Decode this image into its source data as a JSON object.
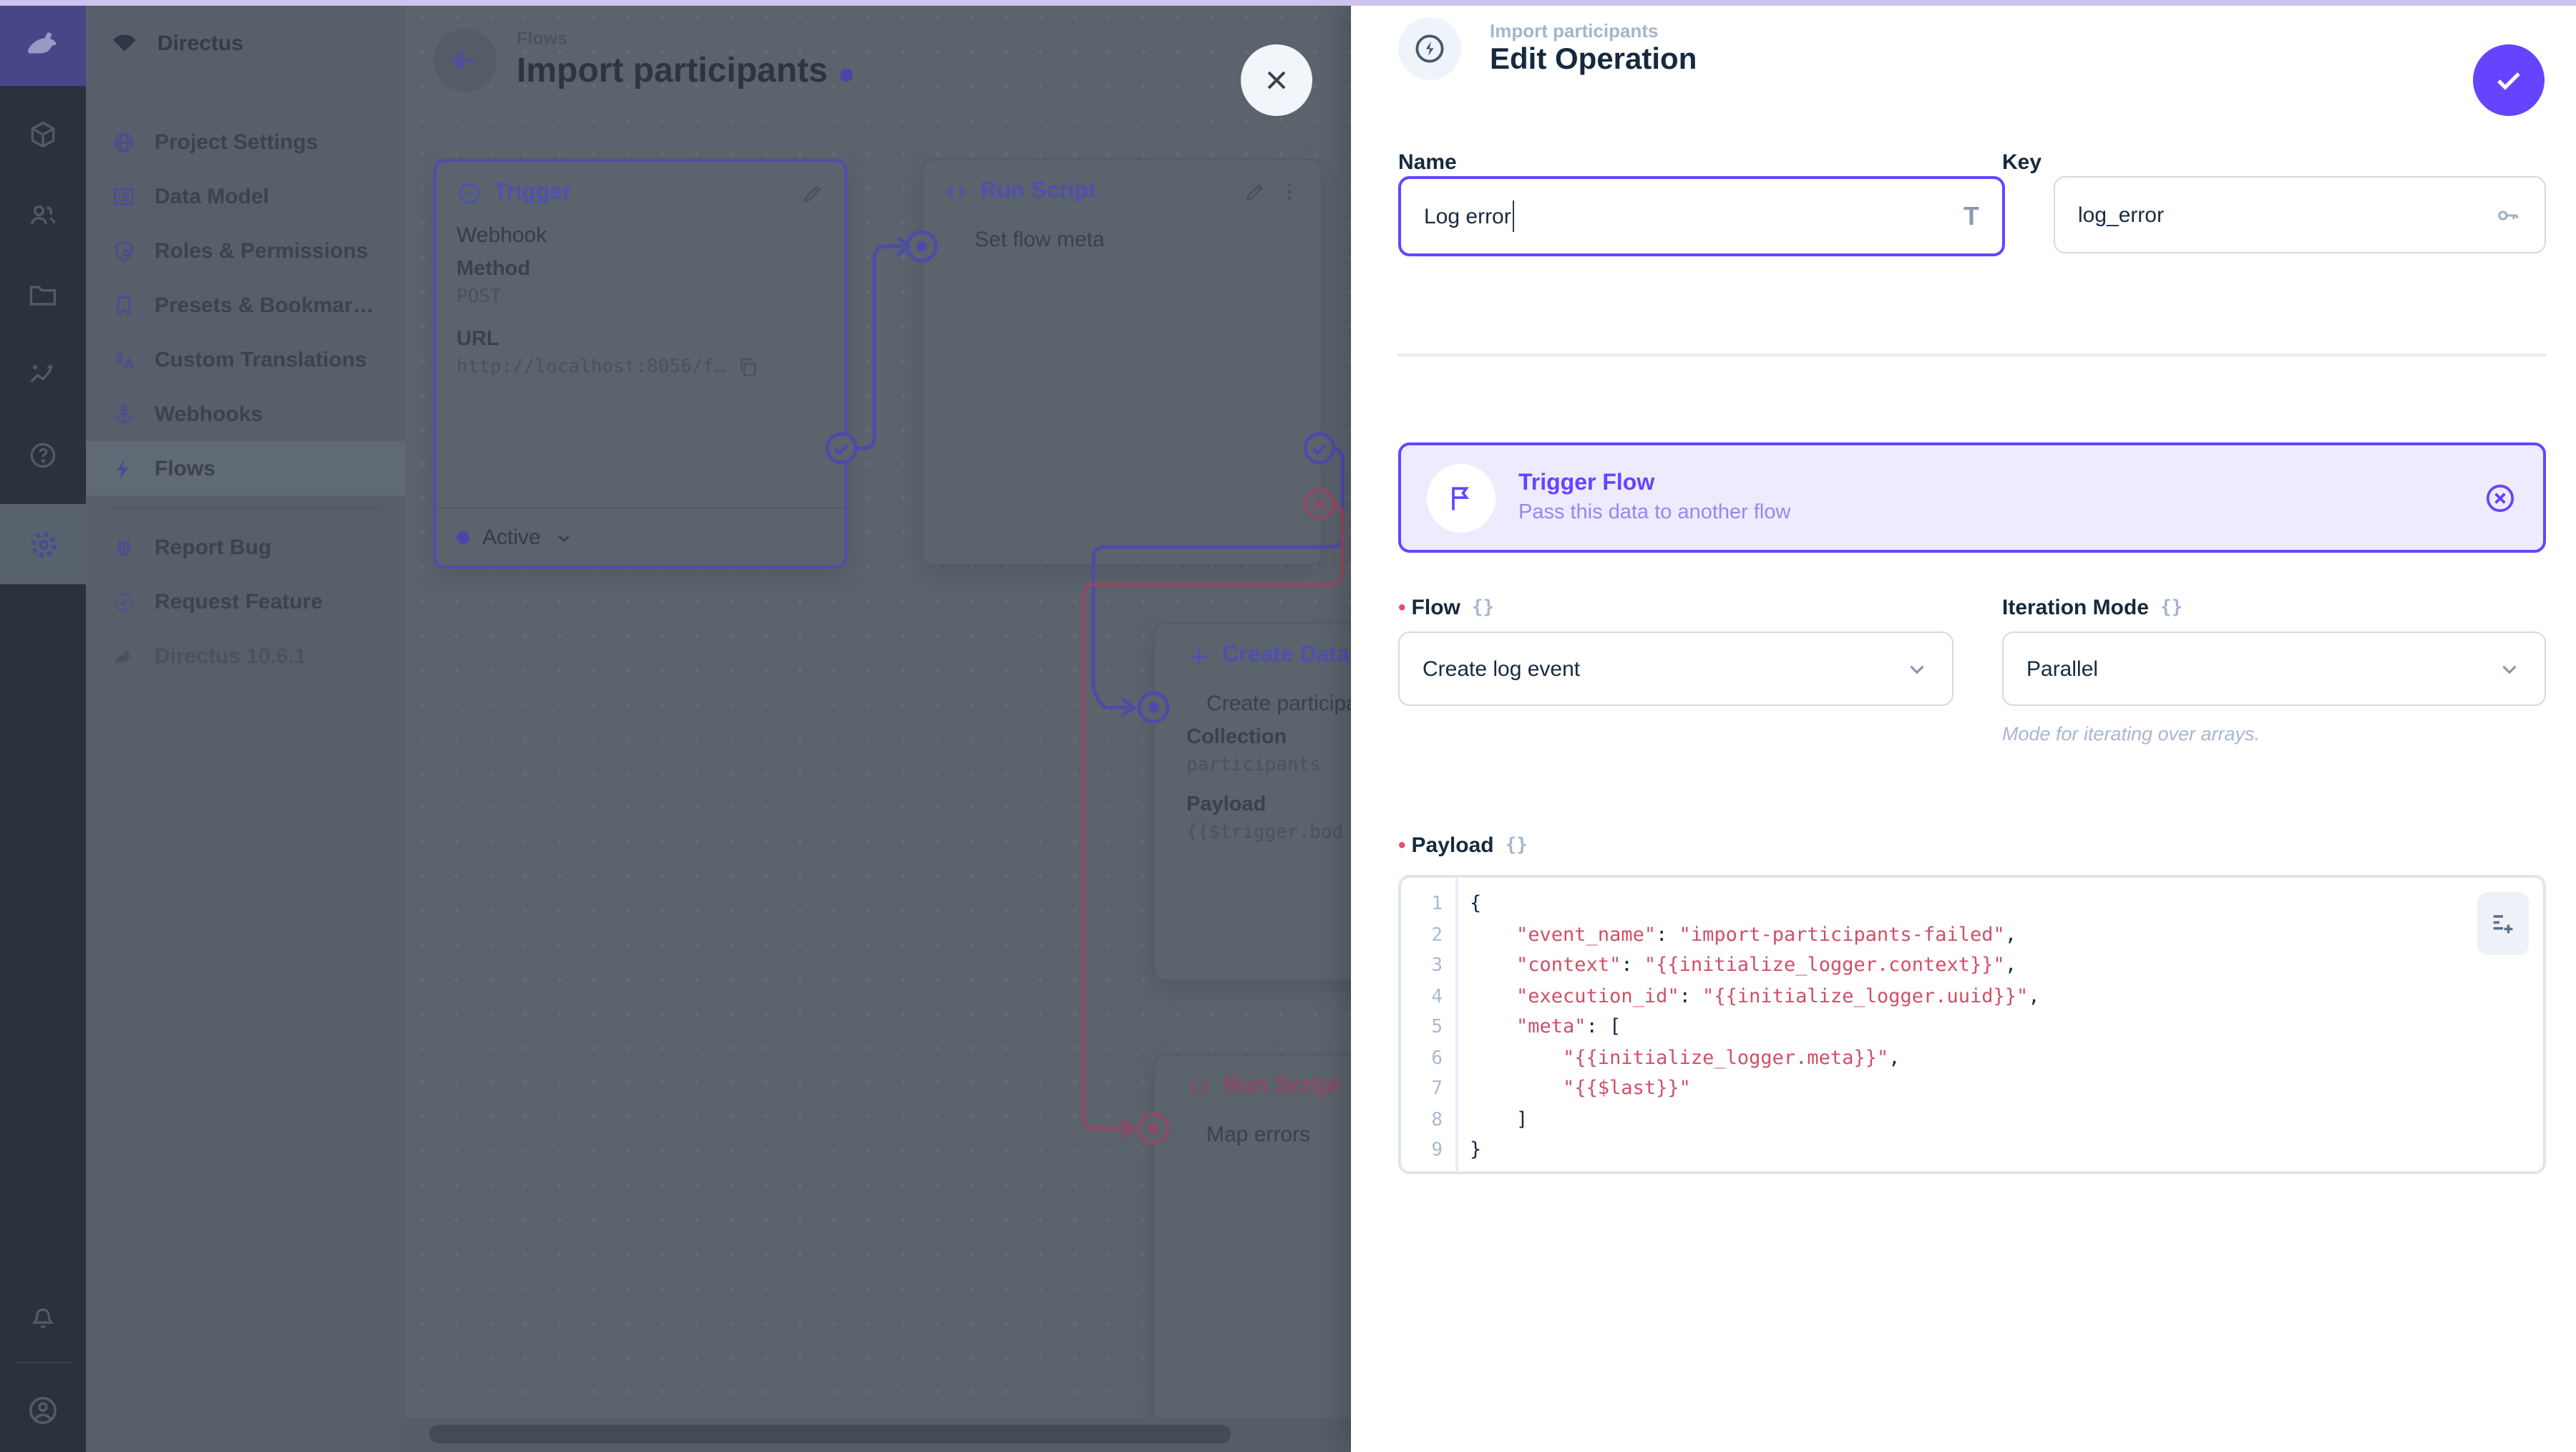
{
  "accent": "#6644ff",
  "modulebar": {
    "modules": [
      "content",
      "users",
      "files",
      "insights",
      "docs",
      "settings"
    ],
    "active_module": "settings"
  },
  "sidebar": {
    "project_name": "Directus",
    "items": [
      {
        "label": "Project Settings",
        "icon": "globe-icon"
      },
      {
        "label": "Data Model",
        "icon": "list-icon"
      },
      {
        "label": "Roles & Permissions",
        "icon": "shield-icon"
      },
      {
        "label": "Presets & Bookmar…",
        "icon": "bookmark-icon"
      },
      {
        "label": "Custom Translations",
        "icon": "translate-icon"
      },
      {
        "label": "Webhooks",
        "icon": "anchor-icon"
      },
      {
        "label": "Flows",
        "icon": "bolt-icon"
      }
    ],
    "footer_items": [
      {
        "label": "Report Bug",
        "icon": "bug-icon"
      },
      {
        "label": "Request Feature",
        "icon": "badge-check-icon"
      }
    ],
    "version": "Directus 10.6.1"
  },
  "canvas": {
    "breadcrumb": "Flows",
    "title": "Import participants",
    "trigger_panel": {
      "title": "Trigger",
      "type": "Webhook",
      "method_label": "Method",
      "method": "POST",
      "url_label": "URL",
      "url": "http://localhost:8056/f…",
      "status": "Active"
    },
    "run_script_panel": {
      "title": "Run Script",
      "input_label": "Set flow meta"
    },
    "create_data_panel": {
      "title": "Create Data",
      "input_label": "Create participan",
      "collection_label": "Collection",
      "collection": "participants",
      "payload_label": "Payload",
      "payload_preview": "{{$trigger.bod"
    },
    "map_errors_panel": {
      "title": "Run Script",
      "input_label": "Map errors"
    }
  },
  "drawer": {
    "breadcrumb": "Import participants",
    "title": "Edit Operation",
    "name_field": {
      "label": "Name",
      "value": "Log error"
    },
    "key_field": {
      "label": "Key",
      "value": "log_error"
    },
    "operation_card": {
      "title": "Trigger Flow",
      "subtitle": "Pass this data to another flow"
    },
    "flow_field": {
      "label": "Flow",
      "value": "Create log event"
    },
    "iteration_field": {
      "label": "Iteration Mode",
      "value": "Parallel",
      "note": "Mode for iterating over arrays."
    },
    "payload_field": {
      "label": "Payload",
      "lines": [
        "{",
        "    \"event_name\": \"import-participants-failed\",",
        "    \"context\": \"{{initialize_logger.context}}\",",
        "    \"execution_id\": \"{{initialize_logger.uuid}}\",",
        "    \"meta\": [",
        "        \"{{initialize_logger.meta}}\",",
        "        \"{{$last}}\"",
        "    ]",
        "}"
      ]
    },
    "raw_value_glyph": "{}"
  }
}
